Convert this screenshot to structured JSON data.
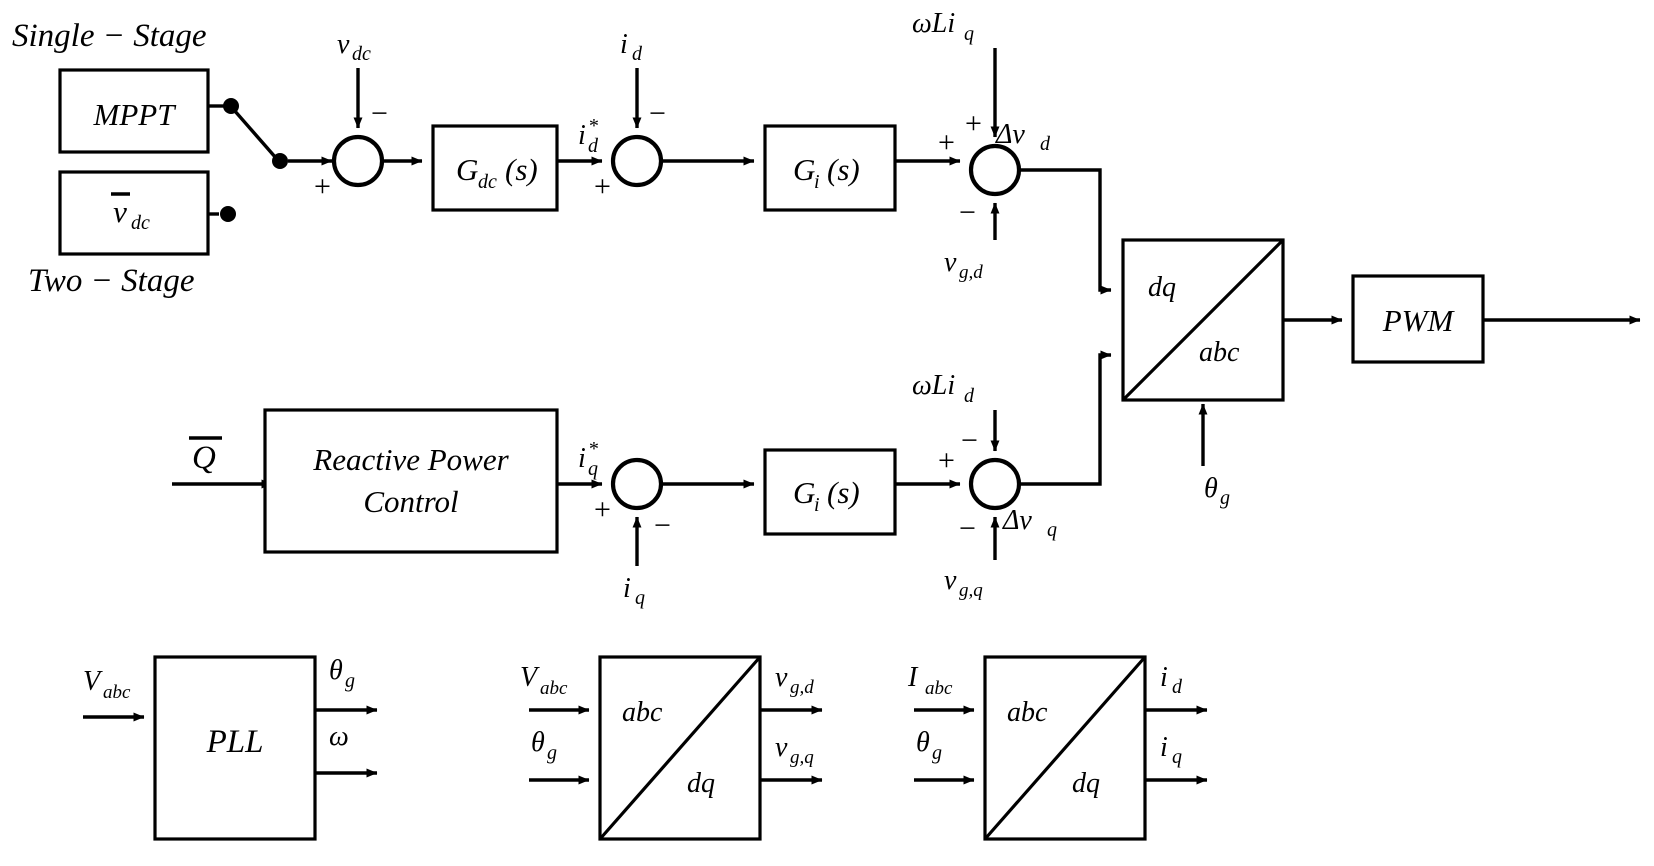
{
  "diagram": {
    "title": "Grid-connected PV inverter dq current control block diagram",
    "type": "control-block-diagram",
    "stroke_color": "#000000",
    "background_color": "#ffffff"
  },
  "annotations": {
    "single_stage": "Single − Stage",
    "two_stage": "Two − Stage"
  },
  "blocks": {
    "mppt": {
      "label": "MPPT"
    },
    "vdc_ref": {
      "label_base": "v",
      "label_sub": "dc",
      "overbar": true
    },
    "gdc": {
      "label_base": "G",
      "label_sub": "dc",
      "label_tail": "(s)"
    },
    "gi_d": {
      "label_base": "G",
      "label_sub": "i",
      "label_tail": "(s)"
    },
    "gi_q": {
      "label_base": "G",
      "label_sub": "i",
      "label_tail": "(s)"
    },
    "rpc": {
      "line1": "Reactive Power",
      "line2": "Control"
    },
    "dq_abc": {
      "upper_label": "dq",
      "lower_label": "abc"
    },
    "pwm": {
      "label": "PWM"
    },
    "pll": {
      "label": "PLL"
    },
    "v_abc_dq": {
      "upper_label": "abc",
      "lower_label": "dq"
    },
    "i_abc_dq": {
      "upper_label": "abc",
      "lower_label": "dq"
    }
  },
  "signals": {
    "vdc_feedback": {
      "base": "v",
      "sub": "dc"
    },
    "id_feedback": {
      "base": "i",
      "sub": "d"
    },
    "iq_feedback": {
      "base": "i",
      "sub": "q"
    },
    "id_ref": {
      "base": "i",
      "sub": "d",
      "sup": "*"
    },
    "iq_ref": {
      "base": "i",
      "sub": "q",
      "sup": "*"
    },
    "omega_l_iq": {
      "base": "ωLi",
      "sub": "q"
    },
    "omega_l_id": {
      "base": "ωLi",
      "sub": "d"
    },
    "vgd": {
      "base": "v",
      "sub": "g,d"
    },
    "vgq": {
      "base": "v",
      "sub": "g,q"
    },
    "delta_vd": {
      "base": "Δv",
      "sub": "d"
    },
    "delta_vq": {
      "base": "Δv",
      "sub": "q"
    },
    "theta_g": {
      "base": "θ",
      "sub": "g"
    },
    "omega": {
      "base": "ω",
      "sub": ""
    },
    "q_ref": {
      "base": "Q",
      "overbar": true
    },
    "v_abc": {
      "base": "V",
      "sub": "abc"
    },
    "i_abc": {
      "base": "I",
      "sub": "abc"
    },
    "id_out": {
      "base": "i",
      "sub": "d"
    },
    "iq_out": {
      "base": "i",
      "sub": "q"
    }
  },
  "summing_junctions": [
    {
      "name": "dc-voltage-error",
      "inputs": [
        {
          "port": "left",
          "sign": "+"
        },
        {
          "port": "top",
          "sign": "−"
        }
      ]
    },
    {
      "name": "d-current-error",
      "inputs": [
        {
          "port": "left",
          "sign": "+"
        },
        {
          "port": "top",
          "sign": "−"
        }
      ]
    },
    {
      "name": "d-voltage-sum",
      "inputs": [
        {
          "port": "left",
          "sign": "+"
        },
        {
          "port": "top",
          "sign": "+"
        },
        {
          "port": "bottom",
          "sign": "−"
        }
      ]
    },
    {
      "name": "q-current-error",
      "inputs": [
        {
          "port": "left",
          "sign": "+"
        },
        {
          "port": "bottom",
          "sign": "−"
        }
      ]
    },
    {
      "name": "q-voltage-sum",
      "inputs": [
        {
          "port": "left",
          "sign": "+"
        },
        {
          "port": "top",
          "sign": "−"
        },
        {
          "port": "bottom",
          "sign": "−"
        }
      ]
    }
  ]
}
